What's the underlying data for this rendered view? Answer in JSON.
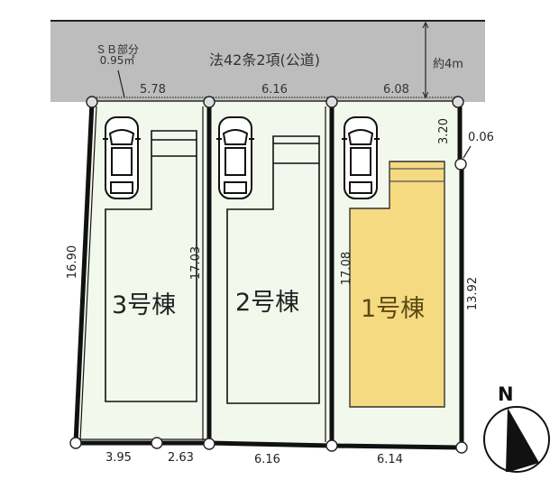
{
  "road": {
    "label": "法42条2項(公道)",
    "width_label": "約4m",
    "setback_label_line1": "ＳＢ部分",
    "setback_label_line2": "0.95㎡",
    "frontage": [
      "5.78",
      "6.16",
      "6.08"
    ],
    "color": "#bdbdbd"
  },
  "lots": [
    {
      "id": "3",
      "label": "3号棟",
      "highlight": false
    },
    {
      "id": "2",
      "label": "2号棟",
      "highlight": false
    },
    {
      "id": "1",
      "label": "1号棟",
      "highlight": true
    }
  ],
  "dimensions": {
    "left_edge": "16.90",
    "boundary_3_2": "17.03",
    "boundary_2_1": "17.08",
    "right_upper": "3.20",
    "right_offset": "0.06",
    "right_lower": "13.92",
    "bottom": [
      "3.95",
      "2.63",
      "6.16",
      "6.14"
    ]
  },
  "compass": {
    "label": "N"
  },
  "colors": {
    "lot_fill": "#f2f8ec",
    "highlight_fill": "#f5da82",
    "line": "#111111"
  }
}
